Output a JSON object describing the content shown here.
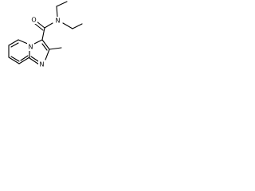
{
  "structure": {
    "atoms": {
      "amide_n": "N",
      "carbonyl_o": "O",
      "bridge_n": "N",
      "ring_n": "N"
    }
  }
}
